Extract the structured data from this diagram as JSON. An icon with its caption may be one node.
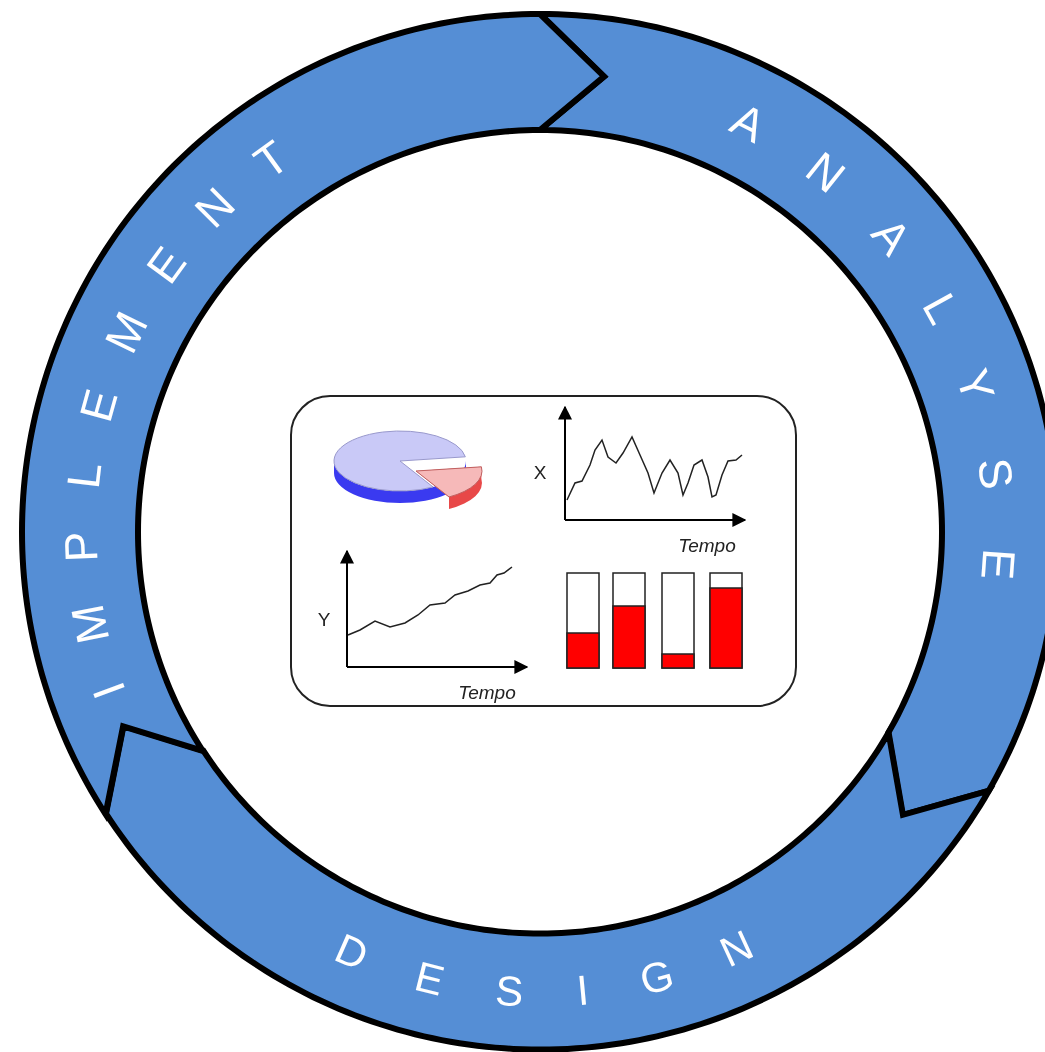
{
  "diagram": {
    "nodes": [
      {
        "text": [
          "ANALYSE"
        ]
      },
      {
        "text": [
          "DESIGN"
        ]
      },
      {
        "text": [
          "IMPLEMENT"
        ]
      },
      {
        "text": [
          "X",
          "Tempo",
          "Y",
          "Tempo"
        ]
      }
    ]
  }
}
